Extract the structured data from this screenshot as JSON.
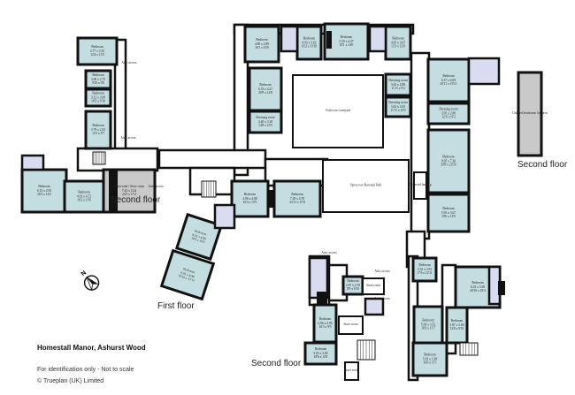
{
  "title": "Homestall Manor, Ashurst Wood",
  "disclaimer": "For identification only - Not to scale",
  "copyright": "© Trueplan (UK) Limited",
  "floor_labels": {
    "second_left": "Second floor",
    "second_right": "Second floor",
    "first": "First floor",
    "second_bottom": "Second floor"
  },
  "compass": {
    "north_label": "N",
    "icon": "north-arrow-icon"
  },
  "colors": {
    "room": "#c4dde0",
    "bathroom": "#d9dcf0",
    "store": "#c9c9c9",
    "wall": "#111111"
  },
  "attic_label": "Attic access",
  "rooms": [
    {
      "name": "Bedroom",
      "metric": "3.77 x 3.35",
      "imperial": "12'4 x 11'0"
    },
    {
      "name": "Bedroom",
      "metric": "3.00 x 2.75",
      "imperial": "9'10 x 9'0"
    },
    {
      "name": "Bedroom",
      "metric": "3.12 x 3.00",
      "imperial": "10'2 x 9'10"
    },
    {
      "name": "Bedroom",
      "metric": "3.79 x 2.92",
      "imperial": "12'5 x 9'7"
    },
    {
      "name": "Bedroom",
      "metric": "6.15 x 4.93",
      "imperial": "20'2 x 16'2"
    },
    {
      "name": "Bedroom",
      "metric": "4.93 x 4.72",
      "imperial": "16'2 x 15'6"
    },
    {
      "name": "Water tank / Store room",
      "metric": "7.45 x 5.24",
      "imperial": "24'5 x 17'2"
    },
    {
      "name": "Bedroom",
      "metric": "4.90 x 4.89",
      "imperial": "16'1 x 16'0"
    },
    {
      "name": "Bedroom",
      "metric": "4.93 x 3.62",
      "imperial": "16'2 x 11'10"
    },
    {
      "name": "Bedroom",
      "metric": "5.50 x 4.27",
      "imperial": "18'1 x 14'0"
    },
    {
      "name": "Bedroom",
      "metric": "4.05 x 3.67",
      "imperial": "13'3 x 12'0"
    },
    {
      "name": "Bedroom",
      "metric": "6.33 x 4.47",
      "imperial": "20'9 x 14'8"
    },
    {
      "name": "Dressing room",
      "metric": "4.48 x 3.18",
      "imperial": "14'8 x 10'5"
    },
    {
      "name": "Void over courtyard",
      "metric": "",
      "imperial": ""
    },
    {
      "name": "Dressing room",
      "metric": "3.63 x 2.80",
      "imperial": "11'11 x 9'2"
    },
    {
      "name": "Dressing room",
      "metric": "3.63 x 3.05",
      "imperial": "11'11 x 10'0"
    },
    {
      "name": "Bedroom",
      "metric": "6.37 x 6.09",
      "imperial": "20'11 x 19'11"
    },
    {
      "name": "Dressing room",
      "metric": "3.95 x 2.80",
      "imperial": "12'11 x 9'2"
    },
    {
      "name": "Bedroom",
      "metric": "9.05 x 7.26",
      "imperial": "29'8 x 23'10"
    },
    {
      "name": "Bedroom",
      "metric": "5.95 x 3.67",
      "imperial": "19'6 x 12'0"
    },
    {
      "name": "Galleried landing",
      "metric": "",
      "imperial": ""
    },
    {
      "name": "Unlined headroom loft area",
      "metric": "",
      "imperial": ""
    },
    {
      "name": "Open over Baronial Hall",
      "metric": "",
      "imperial": ""
    },
    {
      "name": "Bedroom",
      "metric": "4.98 x 4.08",
      "imperial": "16'4 x 13'5"
    },
    {
      "name": "Bedroom",
      "metric": "7.29 x 4.78",
      "imperial": "23'11 x 15'8"
    },
    {
      "name": "Bedroom",
      "metric": "4.35 x 4.88",
      "imperial": "14'3 x 16'0"
    },
    {
      "name": "Bedroom",
      "metric": "6.05 x 4.86",
      "imperial": "19'10 x 15'11"
    },
    {
      "name": "Bedroom",
      "metric": "2.67 x 2.70",
      "imperial": "8'9 x 8'10"
    },
    {
      "name": "Store room",
      "metric": "",
      "imperial": ""
    },
    {
      "name": "Bedroom",
      "metric": "4.96 x 2.96",
      "imperial": "16'3 x 9'9"
    },
    {
      "name": "Store room",
      "metric": "",
      "imperial": ""
    },
    {
      "name": "Bedroom",
      "metric": "5.63 x 3.85",
      "imperial": "18'6 x 12'8"
    },
    {
      "name": "Store room",
      "metric": "",
      "imperial": ""
    },
    {
      "name": "Bedroom",
      "metric": "5.33 x 3.93",
      "imperial": "17'6 x 12'11"
    },
    {
      "name": "Bedroom",
      "metric": "6.35 x 5.58",
      "imperial": "20'10 x 18'4"
    },
    {
      "name": "Bedroom",
      "metric": "5.04 x 3.52",
      "imperial": "16'6 x 11'7"
    },
    {
      "name": "Bedroom",
      "metric": "3.87 x 3.00",
      "imperial": "12'8 x 9'10"
    },
    {
      "name": "Bedroom",
      "metric": "5.03 x 3.38",
      "imperial": "16'6 x 11'1"
    }
  ]
}
